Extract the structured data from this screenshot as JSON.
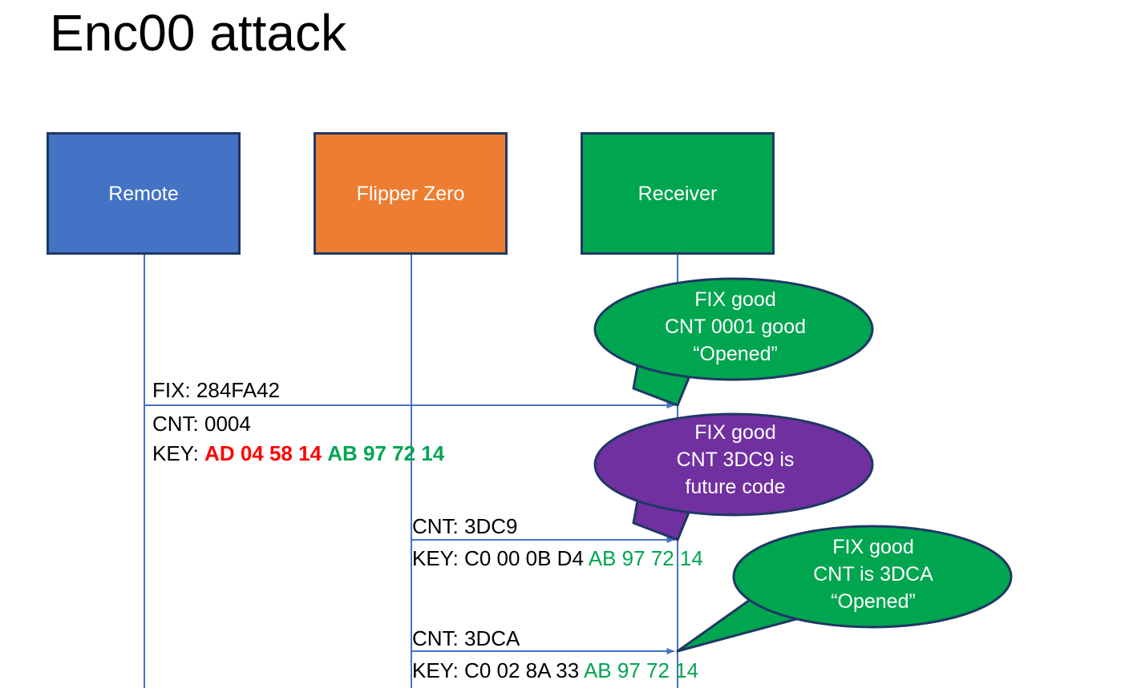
{
  "slide": {
    "title": "Enc00 attack"
  },
  "colors": {
    "remote_fill": "#4472C4",
    "flipper_fill": "#ED7D31",
    "receiver_fill": "#00A550",
    "box_border": "#1F3864",
    "bubble_green": "#00A550",
    "bubble_purple": "#7030A0",
    "bubble_border": "#1F3864",
    "lifeline": "#4472C4",
    "hex_red": "#FF0000",
    "hex_green": "#00A550",
    "text_black": "#000000"
  },
  "actors": [
    {
      "id": "remote",
      "label": "Remote"
    },
    {
      "id": "flipper",
      "label": "Flipper Zero"
    },
    {
      "id": "receiver",
      "label": "Receiver"
    }
  ],
  "messages": [
    {
      "id": "msg-1",
      "from": "remote",
      "to": "receiver",
      "above_label": "FIX: 284FA42",
      "below_label_1": "CNT: 0004",
      "key_prefix": "KEY: ",
      "key_first_half": "AD 04 58 14",
      "key_second_half": "AB 97 72 14"
    },
    {
      "id": "msg-2",
      "from": "flipper",
      "to": "receiver",
      "above_label": "CNT: 3DC9",
      "key_prefix": "KEY: ",
      "key_first_half": "C0 00 0B D4",
      "key_second_half": "AB 97 72 14"
    },
    {
      "id": "msg-3",
      "from": "flipper",
      "to": "receiver",
      "above_label": "CNT: 3DCA",
      "key_prefix": "KEY: ",
      "key_first_half": "C0 02 8A 33",
      "key_second_half": "AB 97 72 14"
    }
  ],
  "callouts": [
    {
      "id": "callout-1",
      "color": "green",
      "line1": "FIX good",
      "line2": "CNT 0001 good",
      "line3": "“Opened”"
    },
    {
      "id": "callout-2",
      "color": "purple",
      "line1": "FIX good",
      "line2": "CNT 3DC9 is",
      "line3": "future code"
    },
    {
      "id": "callout-3",
      "color": "green",
      "line1": "FIX good",
      "line2": "CNT is 3DCA",
      "line3": "“Opened”"
    }
  ]
}
